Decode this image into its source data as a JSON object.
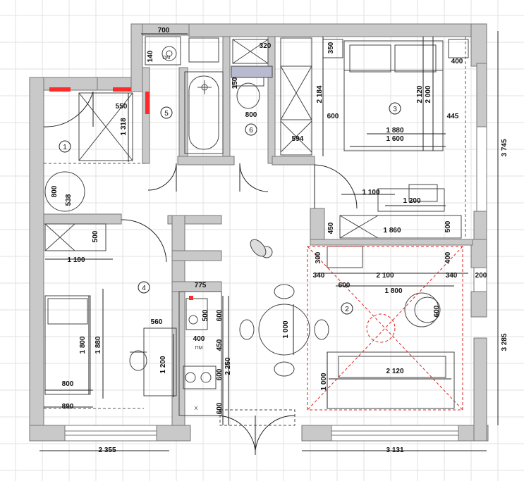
{
  "rooms": [
    "1",
    "2",
    "3",
    "4",
    "5",
    "6"
  ],
  "dimensions": {
    "bath_sink": "700",
    "bath_140": "140",
    "closet_320": "320",
    "bed_350": "350",
    "bed_400": "400",
    "bath_150": "150",
    "bath_550": "550",
    "bath_1318": "1 318",
    "wc_800": "800",
    "wardrobe_2184": "2 184",
    "bed_600": "600",
    "bed_2120": "2 120",
    "bed_2000": "2 000",
    "bed_445": "445",
    "bed_1880": "1 880",
    "bed_1600": "1 600",
    "wardrobe_594": "594",
    "right_3745": "3 745",
    "hall_800": "800",
    "hall_538": "538",
    "liv_1100": "1 100",
    "liv_1200": "1 200",
    "kid_500": "500",
    "kid_1100": "1 100",
    "liv_450": "450",
    "liv_1860": "1 860",
    "liv_500": "500",
    "liv_300": "300",
    "liv_400": "400",
    "liv_340a": "340",
    "liv_2100": "2 100",
    "liv_340b": "340",
    "liv_200": "200",
    "liv_600a": "600",
    "liv_1800": "1 800",
    "kit_775": "775",
    "liv_600b": "600",
    "kit_560": "560",
    "kit_500": "500",
    "kit_600a": "600",
    "kit_400": "400",
    "kit_pm": "ПМ",
    "kit_450": "450",
    "kit_1200": "1 200",
    "kid_1800": "1 800",
    "kid_1880": "1 880",
    "din_1000": "1 000",
    "kit_2250": "2 250",
    "kit_600b": "600",
    "liv_2120": "2 120",
    "liv_1000": "1 000",
    "kid_800": "800",
    "kid_890": "890",
    "kit_600c": "600",
    "kit_x": "X",
    "right_3285": "3 285",
    "bottom_2355": "2 355",
    "bottom_3131": "3 131",
    "wc_bowl": "ОМ"
  }
}
